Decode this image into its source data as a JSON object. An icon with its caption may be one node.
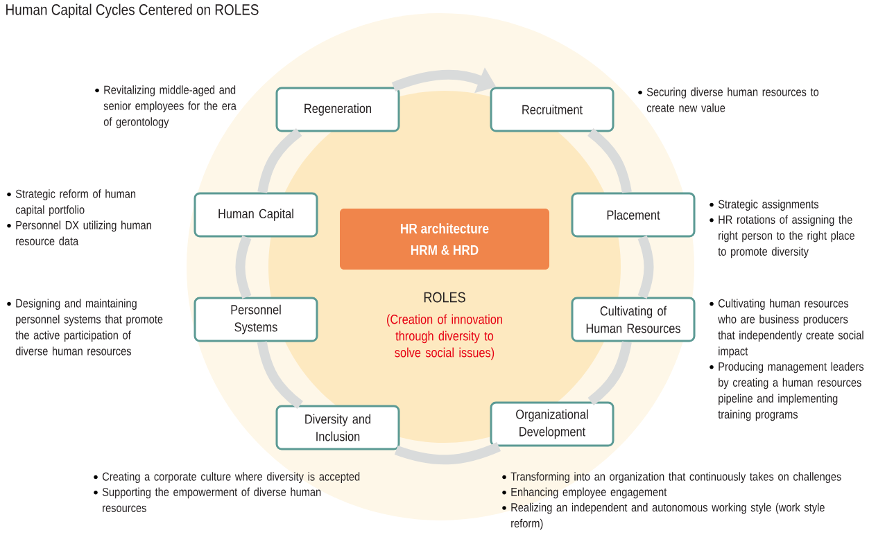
{
  "diagram": {
    "title": "Human Capital Cycles Centered on ROLES",
    "nodes": [
      {
        "text": [
          "ROLES",
          "(Creation of innovation through diversity to solve social issues)"
        ]
      },
      {
        "text": [
          "HR architecture",
          "HRM & HRD"
        ],
        "in": 0
      },
      {
        "text": [
          "Regeneration"
        ],
        "beside": [
          "Revitalizing middle-aged and senior employees for the era of gerontology"
        ]
      },
      {
        "text": [
          "Recruitment"
        ],
        "beside": [
          "Securing diverse human resources to create new value"
        ]
      },
      {
        "text": [
          "Human Capital"
        ],
        "beside": [
          "Strategic reform of human capital portfolio",
          "Personnel DX utilizing human resource data"
        ]
      },
      {
        "text": [
          "Placement"
        ],
        "beside": [
          "Strategic assignments",
          "HR rotations of assigning the right person to the right place to promote diversity"
        ]
      },
      {
        "text": [
          "Personnel Systems"
        ],
        "beside": [
          "Designing and maintaining personnel systems that promote the active participation of diverse human resources"
        ]
      },
      {
        "text": [
          "Cultivating of Human Resources"
        ],
        "beside": [
          "Cultivating human resources who are business producers that independently create social impact",
          "Producing management leaders by creating a human resources pipeline and implementing training programs"
        ]
      },
      {
        "text": [
          "Diversity and Inclusion"
        ],
        "beside": [
          "Creating a corporate culture where diversity is accepted",
          "Supporting the empowerment of diverse human resources"
        ]
      },
      {
        "text": [
          "Organizational Development"
        ],
        "beside": [
          "Transforming into an organization that continuously takes on challenges",
          "Enhancing employee engagement",
          "Realizing an independent and autonomous working style (work style reform)"
        ]
      }
    ],
    "edges": [
      {
        "from": 2,
        "to": 3,
        "arrow": "to"
      },
      {
        "from": 3,
        "to": 5,
        "arrow": "none"
      },
      {
        "from": 5,
        "to": 7,
        "arrow": "none"
      },
      {
        "from": 7,
        "to": 9,
        "arrow": "none"
      },
      {
        "from": 9,
        "to": 8,
        "arrow": "none"
      },
      {
        "from": 8,
        "to": 6,
        "arrow": "none"
      },
      {
        "from": 6,
        "to": 4,
        "arrow": "none"
      },
      {
        "from": 4,
        "to": 2,
        "arrow": "none"
      }
    ]
  }
}
